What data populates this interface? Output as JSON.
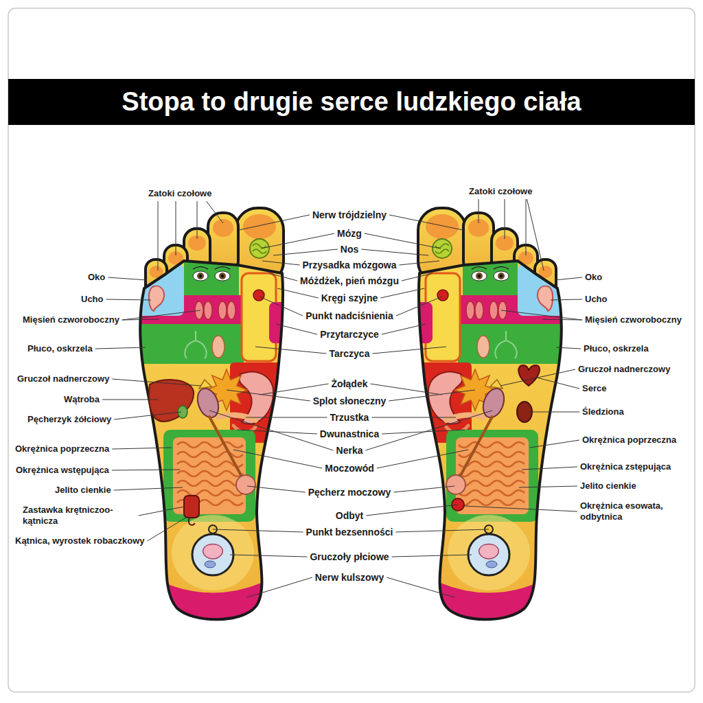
{
  "diagram": {
    "title": "Stopa to drugie serce ludzkiego ciała",
    "labels": [
      "Zatoki czołowe",
      "Oko",
      "Ucho",
      "Mięsień czworoboczny",
      "Płuco, oskrzela",
      "Gruczoł nadnerczowy",
      "Wątroba",
      "Pęcherzyk żółciowy",
      "Okrężnica poprzeczna",
      "Okrężnica wstępująca",
      "Jelito cienkie",
      "Zastawka krętniczoo- kątnicza",
      "Kątnica, wyrostek robaczkowy",
      "Nerw trójdzielny",
      "Mózg",
      "Nos",
      "Przysadka mózgowa",
      "Móżdżek, pień mózgu",
      "Kręgi szyjne",
      "Punkt nadciśnienia",
      "Przytarczyce",
      "Tarczyca",
      "Żołądek",
      "Splot słoneczny",
      "Trzustka",
      "Dwunastnica",
      "Nerka",
      "Moczowód",
      "Pęcherz moczowy",
      "Odbyt",
      "Punkt bezsenności",
      "Gruczoły płciowe",
      "Nerw kulszowy",
      "Zatoki czołowe",
      "Oko",
      "Ucho",
      "Mięsień czworoboczny",
      "Płuco, oskrzela",
      "Gruczoł nadnerczowy",
      "Serce",
      "Śledziona",
      "Okrężnica poprzeczna",
      "Okrężnica zstępująca",
      "Jelito cienkie",
      "Okrężnica esowata, odbytnica"
    ]
  }
}
